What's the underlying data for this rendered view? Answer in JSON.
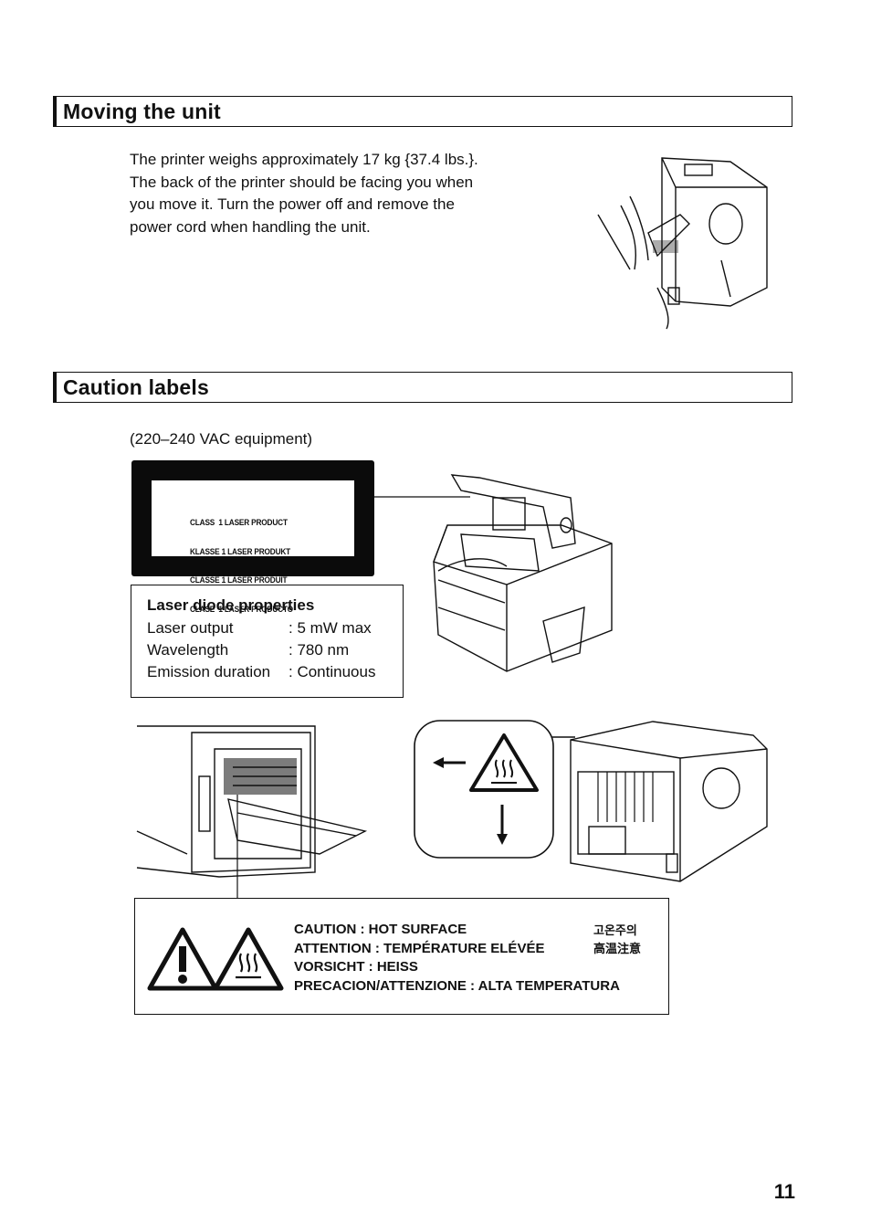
{
  "sections": {
    "moving": {
      "title": "Moving the unit",
      "body": [
        "The printer weighs approximately 17 kg {37.4 lbs.}.",
        "The back of the printer should be facing you when",
        "you move it. Turn the power off and remove the",
        "power cord when handling the unit."
      ]
    },
    "caution": {
      "title": "Caution labels",
      "subtitle": "(220–240 VAC equipment)"
    }
  },
  "laser_label": {
    "lines": [
      "CLASS  1 LASER PRODUCT",
      "KLASSE 1 LASER PRODUKT",
      "CLASSE 1 LASER PRODUIT",
      "CLASE  1 LASER PRODUCTO"
    ]
  },
  "laser_props": {
    "title": "Laser diode properties",
    "rows": [
      {
        "key": "Laser output",
        "value": ": 5 mW max"
      },
      {
        "key": "Wavelength",
        "value": ": 780 nm"
      },
      {
        "key": "Emission duration",
        "value": ": Continuous"
      }
    ]
  },
  "hot_label": {
    "lines": [
      "CAUTION : HOT SURFACE",
      "ATTENTION : TEMPÉRATURE ELÉVÉE",
      "VORSICHT : HEISS",
      "PRECACION/ATTENZIONE : ALTA TEMPERATURA"
    ],
    "korean": "고온주의",
    "chinese": "高温注意"
  },
  "icons": [
    "warning-triangle-icon",
    "hot-surface-icon",
    "arrow-left-icon",
    "arrow-down-icon"
  ],
  "page_number": "11"
}
